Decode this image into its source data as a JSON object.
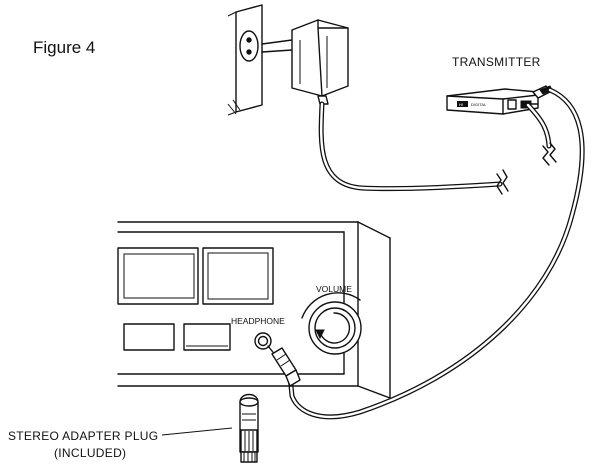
{
  "figure": {
    "title": "Figure 4"
  },
  "labels": {
    "transmitter": "TRANSMITTER",
    "volume": "VOLUME",
    "headphone": "HEADPHONE",
    "adapter_line1": "STEREO ADAPTER PLUG",
    "adapter_line2": "(INCLUDED)"
  },
  "transmitter_badge": {
    "logo": "HI",
    "text": "DIGITAL"
  },
  "icons": [
    "wall-outlet-icon",
    "power-adapter-icon",
    "transmitter-icon",
    "stereo-receiver-icon",
    "volume-knob-icon",
    "headphone-jack-icon",
    "headphone-plug-icon",
    "stereo-adapter-plug-icon"
  ]
}
